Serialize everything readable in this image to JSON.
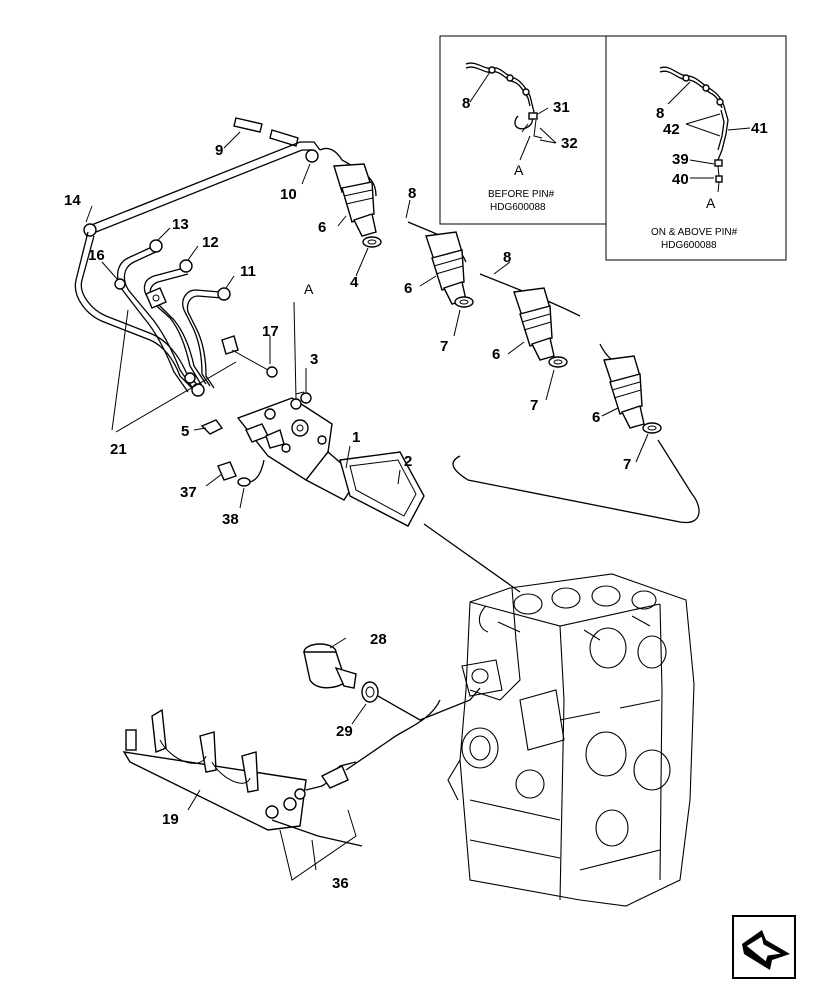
{
  "callouts": {
    "c1": "1",
    "c2": "2",
    "c3": "3",
    "c4": "4",
    "c5": "5",
    "c6a": "6",
    "c6b": "6",
    "c6c": "6",
    "c6d": "6",
    "c7a": "7",
    "c7b": "7",
    "c7c": "7",
    "c8a": "8",
    "c8b": "8",
    "c9": "9",
    "c10": "10",
    "c11": "11",
    "c12": "12",
    "c13": "13",
    "c14": "14",
    "c16": "16",
    "c17": "17",
    "c19": "19",
    "c21": "21",
    "c28": "28",
    "c29": "29",
    "c36": "36",
    "c37": "37",
    "c38": "38",
    "cA": "A"
  },
  "inset_before": {
    "c8": "8",
    "c31": "31",
    "c32": "32",
    "cA": "A",
    "caption_line1": "BEFORE PIN#",
    "caption_line2": "HDG600088"
  },
  "inset_after": {
    "c8": "8",
    "c42": "42",
    "c41": "41",
    "c39": "39",
    "c40": "40",
    "cA": "A",
    "caption_line1": "ON & ABOVE PIN#",
    "caption_line2": "HDG600088"
  },
  "nav": {
    "icon": "next-page-arrow-icon"
  }
}
